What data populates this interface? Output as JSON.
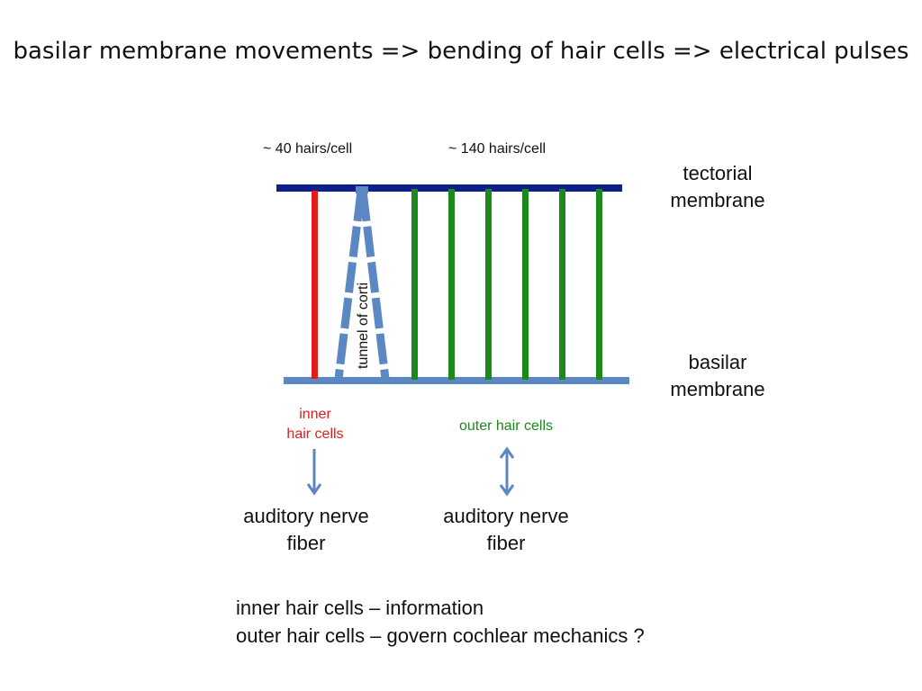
{
  "title": "basilar membrane movements => bending of hair cells => electrical pulses",
  "hairs_inner": "~ 40 hairs/cell",
  "hairs_outer": "~ 140 hairs/cell",
  "tectorial_line1": "tectorial",
  "tectorial_line2": "membrane",
  "basilar_line1": "basilar",
  "basilar_line2": "membrane",
  "tunnel_label": "tunnel of corti",
  "inner_label_line1": "inner",
  "inner_label_line2": "hair cells",
  "outer_label": "outer hair cells",
  "nerve_left_line1": "auditory nerve",
  "nerve_left_line2": "fiber",
  "nerve_right_line1": "auditory nerve",
  "nerve_right_line2": "fiber",
  "note_line1": "inner hair cells – information",
  "note_line2": "outer hair cells – govern cochlear mechanics ?",
  "colors": {
    "tectorial": "#0d1f8c",
    "basilar": "#5b87c2",
    "inner_cell": "#e31b1b",
    "outer_cell": "#1a8a1a",
    "arrow": "#5b87c2"
  }
}
